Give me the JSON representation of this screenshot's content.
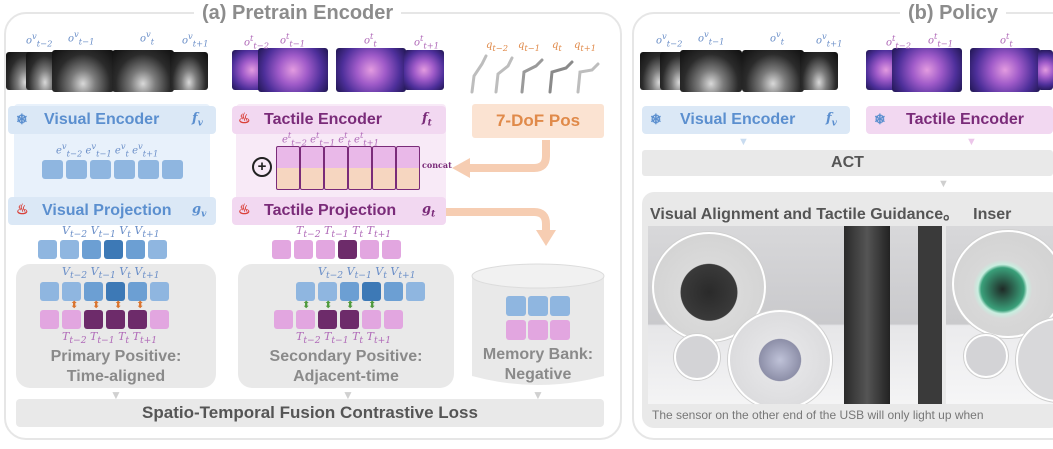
{
  "panel_a": {
    "title": "(a) Pretrain Encoder",
    "visual_obs_labels": [
      "o",
      "o",
      "o",
      "o"
    ],
    "visual_obs_subs": [
      "t−2",
      "t−1",
      "t",
      "t+1"
    ],
    "visual_obs_sup": "v",
    "tactile_obs_sup": "t",
    "joint_labels": [
      "q",
      "q",
      "q",
      "q"
    ],
    "joint_subs": [
      "t−2",
      "t−1",
      "t",
      "t+1"
    ],
    "visual_encoder": {
      "label": "Visual Encoder",
      "symbol": "f",
      "sub": "v",
      "icon": "snowflake-icon"
    },
    "tactile_encoder": {
      "label": "Tactile Encoder",
      "symbol": "f",
      "sub": "t",
      "icon": "flame-icon"
    },
    "pos_box": "7-DoF Pos",
    "visual_emb_label": "e",
    "tactile_emb_label": "e",
    "concat_label": "concat",
    "visual_projection": {
      "label": "Visual Projection",
      "symbol": "g",
      "sub": "v",
      "icon": "flame-icon"
    },
    "tactile_projection": {
      "label": "Tactile Projection",
      "symbol": "g",
      "sub": "t",
      "icon": "flame-icon"
    },
    "v_label": "V",
    "t_label": "T",
    "primary": {
      "line1": "Primary Positive:",
      "line2": "Time-aligned"
    },
    "secondary": {
      "line1": "Secondary Positive:",
      "line2": "Adjacent-time"
    },
    "memory": {
      "line1": "Memory Bank:",
      "line2": "Negative"
    },
    "loss": "Spatio-Temporal Fusion Contrastive Loss"
  },
  "panel_b": {
    "title": "(b) Policy",
    "visual_encoder": {
      "label": "Visual Encoder",
      "symbol": "f",
      "sub": "v",
      "icon": "snowflake-icon"
    },
    "tactile_encoder": {
      "label": "Tactile Encoder",
      "icon": "snowflake-icon"
    },
    "act": "ACT",
    "demo_title": "Visual Alignment and Tactile Guidance",
    "demo_title_sep": "。",
    "demo_title_cut": "Inser",
    "caption": "The sensor on the other end of the USB will only light up when"
  },
  "colors": {
    "visual_blue": "#5b8fcf",
    "tactile_purple": "#9b3f9a",
    "pos_orange": "#e08a4a",
    "gray_box": "#e9e9e9",
    "flame_red": "#d9413a"
  }
}
